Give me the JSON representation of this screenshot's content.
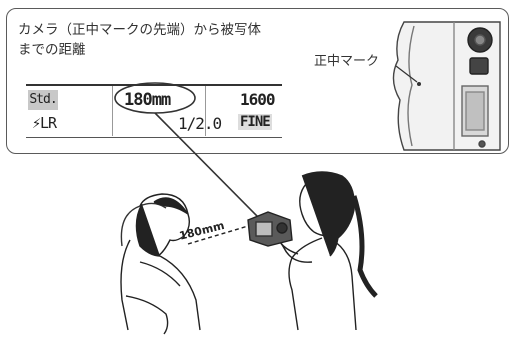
{
  "callout": {
    "caption_line1": "カメラ（正中マークの先端）から被写体",
    "caption_line2": "までの距離",
    "mark_label": "正中マーク"
  },
  "lcd": {
    "mode": "Std.",
    "distance": "180mm",
    "iso": "1600",
    "flash": "⚡LR",
    "exposure": "1/2.0",
    "quality": "FINE"
  },
  "scene": {
    "distance_tag": "180mm"
  }
}
